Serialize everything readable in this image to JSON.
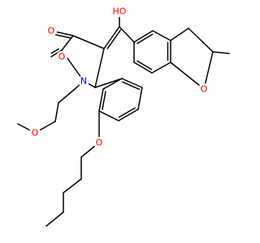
{
  "colors": {
    "background": "#ffffff",
    "bond": "#000000",
    "oxygen": "#ff0000",
    "nitrogen": "#0000ff"
  },
  "labels": {
    "o_ketone": "O",
    "o_lactam": "O",
    "oh": "HO",
    "n": "N",
    "o_furan": "O",
    "o_methoxy": "O",
    "o_ether": "O"
  }
}
